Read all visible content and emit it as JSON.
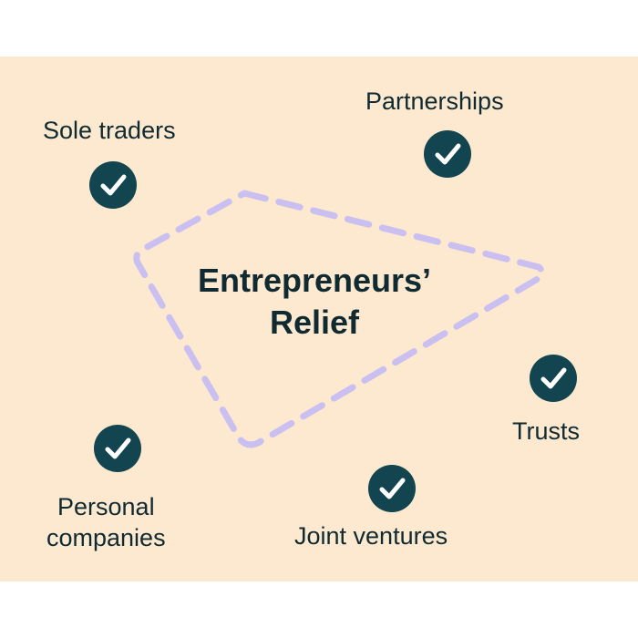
{
  "diagram": {
    "center": {
      "line1": "Entrepreneurs’",
      "line2": "Relief"
    },
    "items": [
      {
        "label": "Sole traders",
        "icon": "check-icon"
      },
      {
        "label": "Partnerships",
        "icon": "check-icon"
      },
      {
        "label": "Trusts",
        "icon": "check-icon"
      },
      {
        "label": "Joint ventures",
        "icon": "check-icon"
      },
      {
        "label_line1": "Personal",
        "label_line2": "companies",
        "icon": "check-icon"
      }
    ]
  },
  "colors": {
    "background": "#fde8d0",
    "badge": "#124550",
    "outline": "#c9bff0",
    "text": "#0f2a30"
  }
}
